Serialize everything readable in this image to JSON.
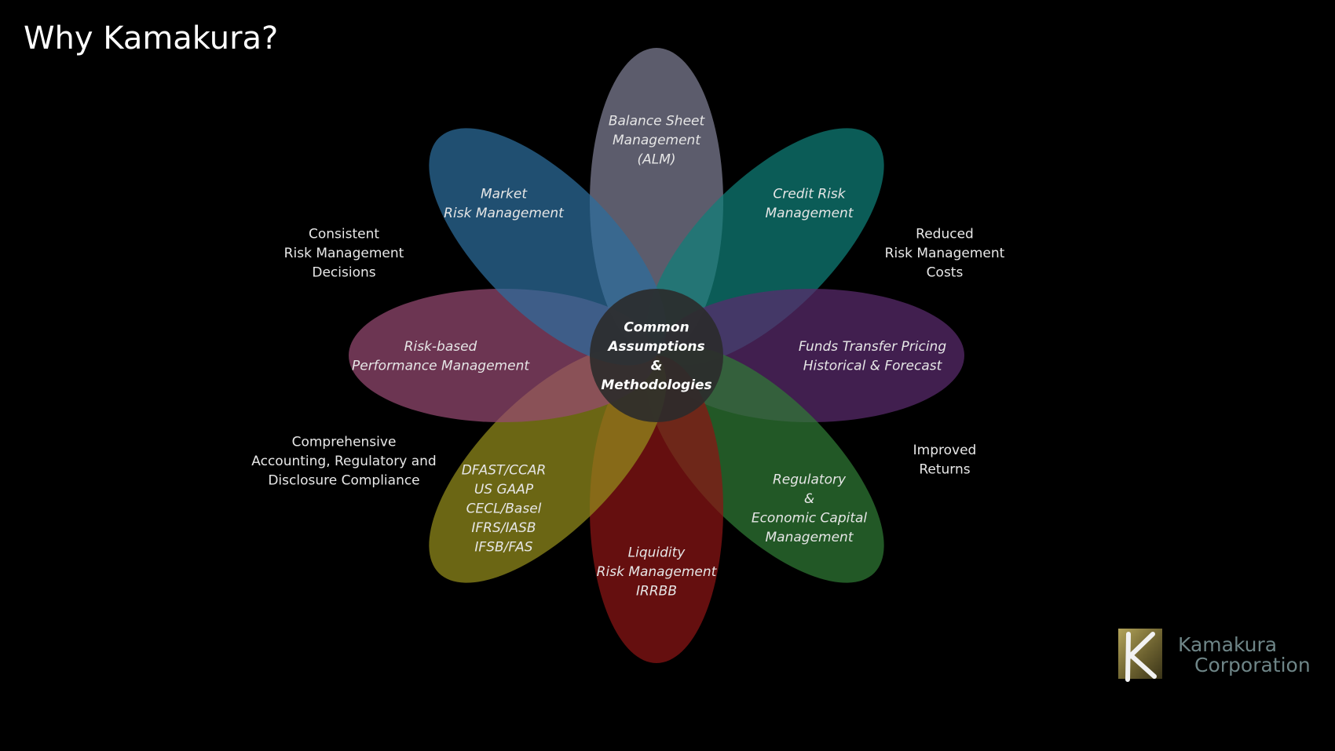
{
  "title": "Why Kamakura?",
  "colors": {
    "background": "#000000",
    "text": "#ffffff",
    "center": "#2b2b2b",
    "logo_gold": "#8a7a3c",
    "logo_text": "#6e8587"
  },
  "petals": [
    {
      "id": "alm",
      "angle": 0,
      "color": "#7f7f96",
      "lines": [
        "Balance Sheet",
        "Management",
        "(ALM)"
      ]
    },
    {
      "id": "credit",
      "angle": 45,
      "color": "#0f7f78",
      "lines": [
        "Credit Risk",
        "Management"
      ]
    },
    {
      "id": "ftp",
      "angle": 90,
      "color": "#5a2b6e",
      "lines": [
        "Funds Transfer Pricing",
        "Historical & Forecast"
      ]
    },
    {
      "id": "regulatory",
      "angle": 135,
      "color": "#2f7a35",
      "lines": [
        "Regulatory",
        "&",
        "Economic Capital",
        "Management"
      ]
    },
    {
      "id": "liquidity",
      "angle": 180,
      "color": "#8c1515",
      "lines": [
        "Liquidity",
        "Risk Management",
        "IRRBB"
      ]
    },
    {
      "id": "dfast",
      "angle": 225,
      "color": "#948e1c",
      "lines": [
        "DFAST/CCAR",
        "US GAAP",
        "CECL/Basel",
        "IFRS/IASB",
        "IFSB/FAS"
      ]
    },
    {
      "id": "performance",
      "angle": 270,
      "color": "#954a72",
      "lines": [
        "Risk-based",
        "Performance Management"
      ]
    },
    {
      "id": "market",
      "angle": 315,
      "color": "#2c6e9c",
      "lines": [
        "Market",
        "Risk Management"
      ]
    }
  ],
  "center": {
    "lines": [
      "Common",
      "Assumptions",
      "&",
      "Methodologies"
    ]
  },
  "outcomes": [
    {
      "id": "consistent",
      "lines": [
        "Consistent",
        "Risk Management",
        "Decisions"
      ]
    },
    {
      "id": "reduced",
      "lines": [
        "Reduced",
        "Risk Management",
        "Costs"
      ]
    },
    {
      "id": "comprehensive",
      "lines": [
        "Comprehensive",
        "Accounting, Regulatory and",
        "Disclosure Compliance"
      ]
    },
    {
      "id": "improved",
      "lines": [
        "Improved",
        "Returns"
      ]
    }
  ],
  "logo": {
    "line1": "Kamakura",
    "line2": "Corporation",
    "mark_letter": "K"
  }
}
